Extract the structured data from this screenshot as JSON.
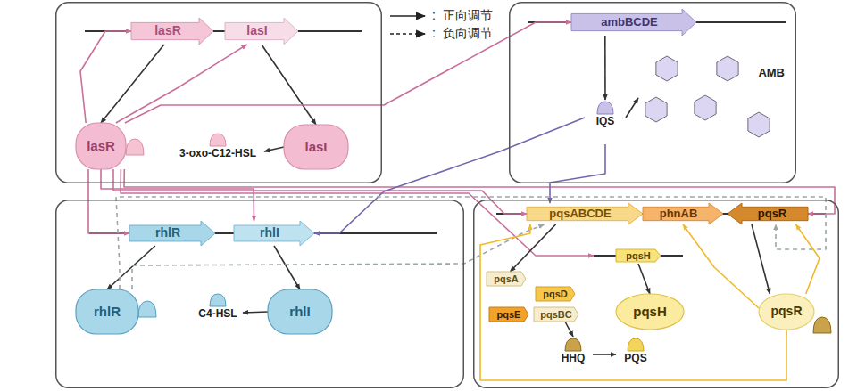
{
  "diagram": {
    "nodes": [
      {
        "text": []
      },
      {
        "text": [
          "lasR"
        ],
        "in": 0
      },
      {
        "text": [
          "lasI"
        ],
        "in": 0
      },
      {
        "text": [
          "lasR"
        ],
        "in": 0
      },
      {
        "text": [
          "lasI"
        ],
        "in": 0
      },
      {
        "text": [
          "3-oxo-C12-HSL"
        ],
        "in": 0
      },
      {
        "text": []
      },
      {
        "text": [
          "ambBCDE"
        ],
        "in": 6
      },
      {
        "text": [
          "IQS"
        ],
        "in": 6
      },
      {
        "text": [
          "AMB"
        ],
        "in": 6
      },
      {
        "text": []
      },
      {
        "text": [
          "rhlR"
        ],
        "in": 10
      },
      {
        "text": [
          "rhlI"
        ],
        "in": 10
      },
      {
        "text": [
          "rhlR"
        ],
        "in": 10
      },
      {
        "text": [
          "rhlI"
        ],
        "in": 10
      },
      {
        "text": [
          "C4-HSL"
        ],
        "in": 10
      },
      {
        "text": []
      },
      {
        "text": [
          "pqsABCDE"
        ],
        "in": 16
      },
      {
        "text": [
          "phnAB"
        ],
        "in": 16
      },
      {
        "text": [
          "pqsR"
        ],
        "in": 16
      },
      {
        "text": [
          "pqsH"
        ],
        "in": 16
      },
      {
        "text": [
          "pqsA"
        ],
        "in": 16
      },
      {
        "text": [
          "pqsD"
        ],
        "in": 16
      },
      {
        "text": [
          "pqsE"
        ],
        "in": 16
      },
      {
        "text": [
          "pqsBC"
        ],
        "in": 16
      },
      {
        "text": [
          "pqsH"
        ],
        "in": 16
      },
      {
        "text": [
          "pqsR"
        ],
        "in": 16
      },
      {
        "text": [
          "HHQ"
        ],
        "in": 16
      },
      {
        "text": [
          "PQS"
        ],
        "in": 16
      }
    ],
    "edges": [
      {
        "from": 1,
        "to": 3,
        "arrow": "to"
      },
      {
        "from": 2,
        "to": 4,
        "arrow": "to"
      },
      {
        "from": 4,
        "to": 5,
        "arrow": "to"
      },
      {
        "from": 3,
        "to": 1,
        "arrow": "to"
      },
      {
        "from": 3,
        "to": 2,
        "arrow": "to"
      },
      {
        "from": 3,
        "to": 11,
        "arrow": "to"
      },
      {
        "from": 3,
        "to": 12,
        "arrow": "to"
      },
      {
        "from": 3,
        "to": 7,
        "arrow": "to"
      },
      {
        "from": 3,
        "to": 17,
        "arrow": "to"
      },
      {
        "from": 3,
        "to": 20,
        "arrow": "to"
      },
      {
        "from": 3,
        "to": 19,
        "arrow": "to"
      },
      {
        "from": 7,
        "to": 8,
        "arrow": "to"
      },
      {
        "from": 8,
        "to": 9,
        "arrow": "to"
      },
      {
        "from": 8,
        "to": 12,
        "arrow": "to"
      },
      {
        "from": 8,
        "to": 17,
        "arrow": "to"
      },
      {
        "from": 11,
        "to": 13,
        "arrow": "to"
      },
      {
        "from": 12,
        "to": 14,
        "arrow": "to"
      },
      {
        "from": 14,
        "to": 15,
        "arrow": "to"
      },
      {
        "from": 13,
        "to": 17,
        "arrow": "to"
      },
      {
        "from": 13,
        "to": 19,
        "arrow": "to"
      },
      {
        "from": 17,
        "to": 21,
        "arrow": "to"
      },
      {
        "from": 20,
        "to": 25,
        "arrow": "to"
      },
      {
        "from": 19,
        "to": 26,
        "arrow": "to"
      },
      {
        "from": 26,
        "to": 17,
        "arrow": "to"
      },
      {
        "from": 26,
        "to": 18,
        "arrow": "to"
      },
      {
        "from": 26,
        "to": 19,
        "arrow": "to"
      },
      {
        "from": 24,
        "to": 27,
        "arrow": "to"
      },
      {
        "from": 27,
        "to": 28,
        "arrow": "to"
      }
    ],
    "labels": [
      ":",
      ":"
    ],
    "legend": [
      {
        "text": "正向调节"
      },
      {
        "text": "负向调节"
      }
    ]
  }
}
